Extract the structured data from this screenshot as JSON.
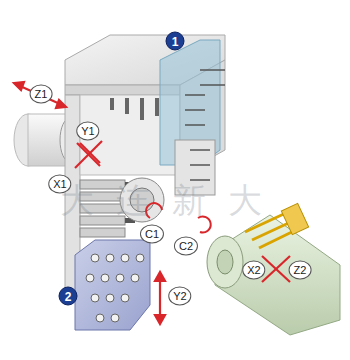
{
  "diagram": {
    "labels": [
      "1",
      "Z1",
      "Y1",
      "X1",
      "C1",
      "C2",
      "X2",
      "Z2",
      "2",
      "Y2",
      "大连新大"
    ]
  }
}
